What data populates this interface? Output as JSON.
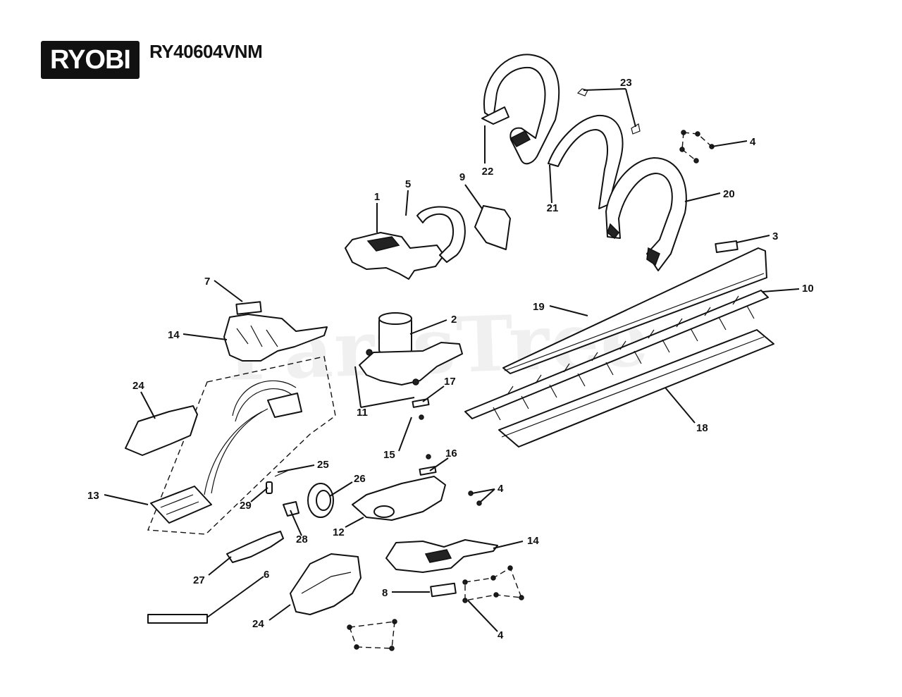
{
  "header": {
    "brand": "RYOBI",
    "model": "RY40604VNM"
  },
  "watermark": {
    "text": "PartsTree",
    "mark": "TM"
  },
  "callouts": [
    {
      "id": "c1",
      "label": "1"
    },
    {
      "id": "c2",
      "label": "2"
    },
    {
      "id": "c3",
      "label": "3"
    },
    {
      "id": "c4a",
      "label": "4"
    },
    {
      "id": "c4b",
      "label": "4"
    },
    {
      "id": "c4c",
      "label": "4"
    },
    {
      "id": "c5",
      "label": "5"
    },
    {
      "id": "c6",
      "label": "6"
    },
    {
      "id": "c7",
      "label": "7"
    },
    {
      "id": "c8",
      "label": "8"
    },
    {
      "id": "c9",
      "label": "9"
    },
    {
      "id": "c10",
      "label": "10"
    },
    {
      "id": "c11",
      "label": "11"
    },
    {
      "id": "c12",
      "label": "12"
    },
    {
      "id": "c13",
      "label": "13"
    },
    {
      "id": "c14a",
      "label": "14"
    },
    {
      "id": "c14b",
      "label": "14"
    },
    {
      "id": "c15",
      "label": "15"
    },
    {
      "id": "c16",
      "label": "16"
    },
    {
      "id": "c17",
      "label": "17"
    },
    {
      "id": "c18",
      "label": "18"
    },
    {
      "id": "c19",
      "label": "19"
    },
    {
      "id": "c20",
      "label": "20"
    },
    {
      "id": "c21",
      "label": "21"
    },
    {
      "id": "c22",
      "label": "22"
    },
    {
      "id": "c23",
      "label": "23"
    },
    {
      "id": "c24a",
      "label": "24"
    },
    {
      "id": "c24b",
      "label": "24"
    },
    {
      "id": "c25",
      "label": "25"
    },
    {
      "id": "c26",
      "label": "26"
    },
    {
      "id": "c27",
      "label": "27"
    },
    {
      "id": "c28",
      "label": "28"
    },
    {
      "id": "c29",
      "label": "29"
    }
  ]
}
